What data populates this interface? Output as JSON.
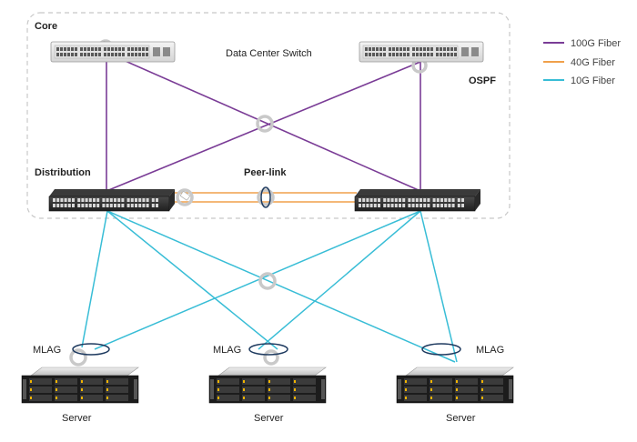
{
  "labels": {
    "core": "Core",
    "data_center_switch": "Data Center Switch",
    "ospf": "OSPF",
    "distribution": "Distribution",
    "peer_link": "Peer-link",
    "mlag_left": "MLAG",
    "mlag_center": "MLAG",
    "mlag_right": "MLAG",
    "server_left": "Server",
    "server_center": "Server",
    "server_right": "Server"
  },
  "legend": [
    {
      "label": "100G Fiber",
      "color": "#7a3c96"
    },
    {
      "label": "40G Fiber",
      "color": "#f0a04b"
    },
    {
      "label": "10G Fiber",
      "color": "#38bdd6"
    }
  ],
  "colors": {
    "link_100g": "#7a3c96",
    "link_40g": "#f0a04b",
    "link_10g": "#38bdd6",
    "boundary": "#c8c8c8",
    "mlag_ring": "#1e3a5f",
    "connector": "#c9c9c9"
  }
}
